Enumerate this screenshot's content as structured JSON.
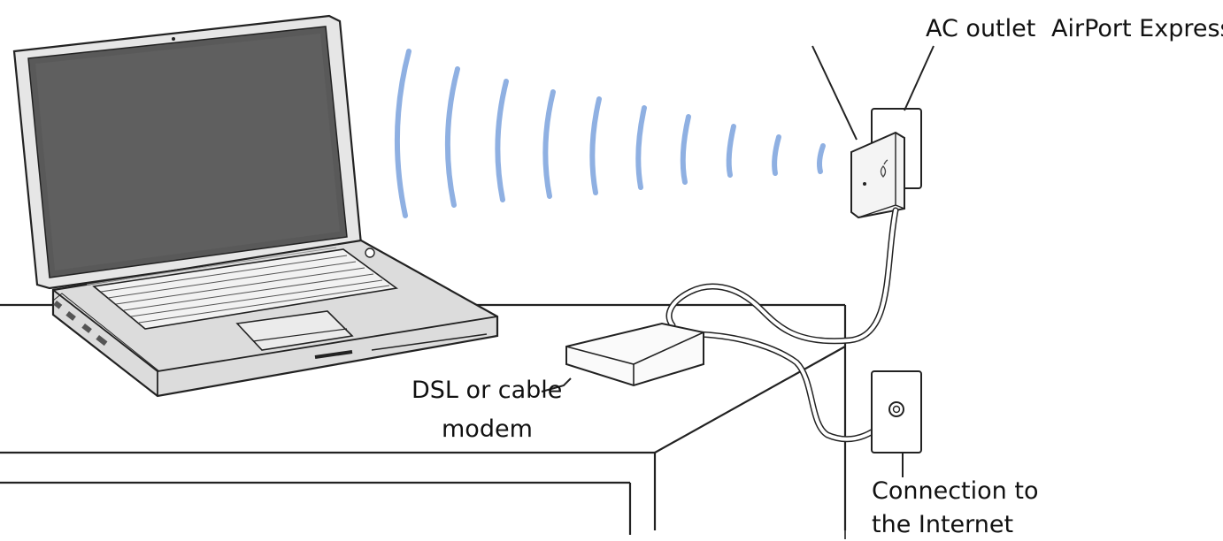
{
  "labels": {
    "ac_outlet": "AC outlet",
    "airport_express": "AirPort Express",
    "modem_line1": "DSL or cable",
    "modem_line2": "modem",
    "connection_line1": "Connection to",
    "connection_line2": "the Internet"
  },
  "colors": {
    "line": "#222222",
    "wifi_wave": "#7fa6dd",
    "laptop_body": "#d9d9d9",
    "laptop_screen": "#5a5a5a",
    "cable": "#e8e8e8"
  },
  "icons": {
    "wireless_signal": "wifi-waves-icon",
    "airport_logo": "apple-logo-icon"
  }
}
